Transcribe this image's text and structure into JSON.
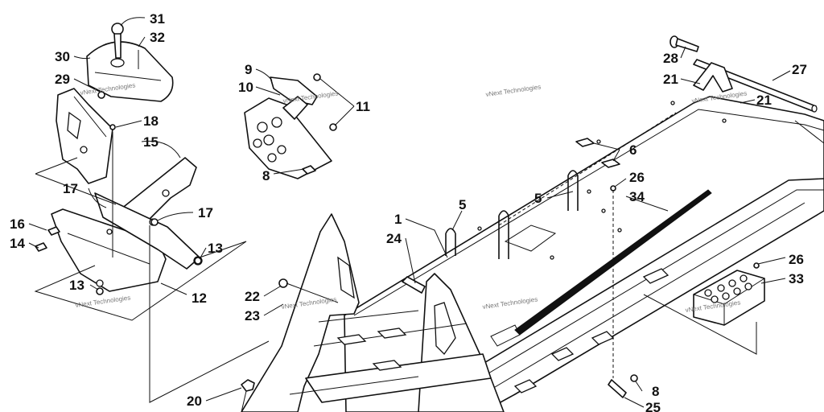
{
  "callouts": [
    "31",
    "32",
    "30",
    "29",
    "9",
    "10",
    "11",
    "8",
    "18",
    "15",
    "17",
    "17",
    "16",
    "14",
    "13",
    "13",
    "12",
    "28",
    "21",
    "21",
    "27",
    "6",
    "5",
    "26",
    "34",
    "1",
    "5",
    "24",
    "22",
    "23",
    "26",
    "33",
    "20",
    "8",
    "25"
  ],
  "watermark": "vNext Technologies"
}
